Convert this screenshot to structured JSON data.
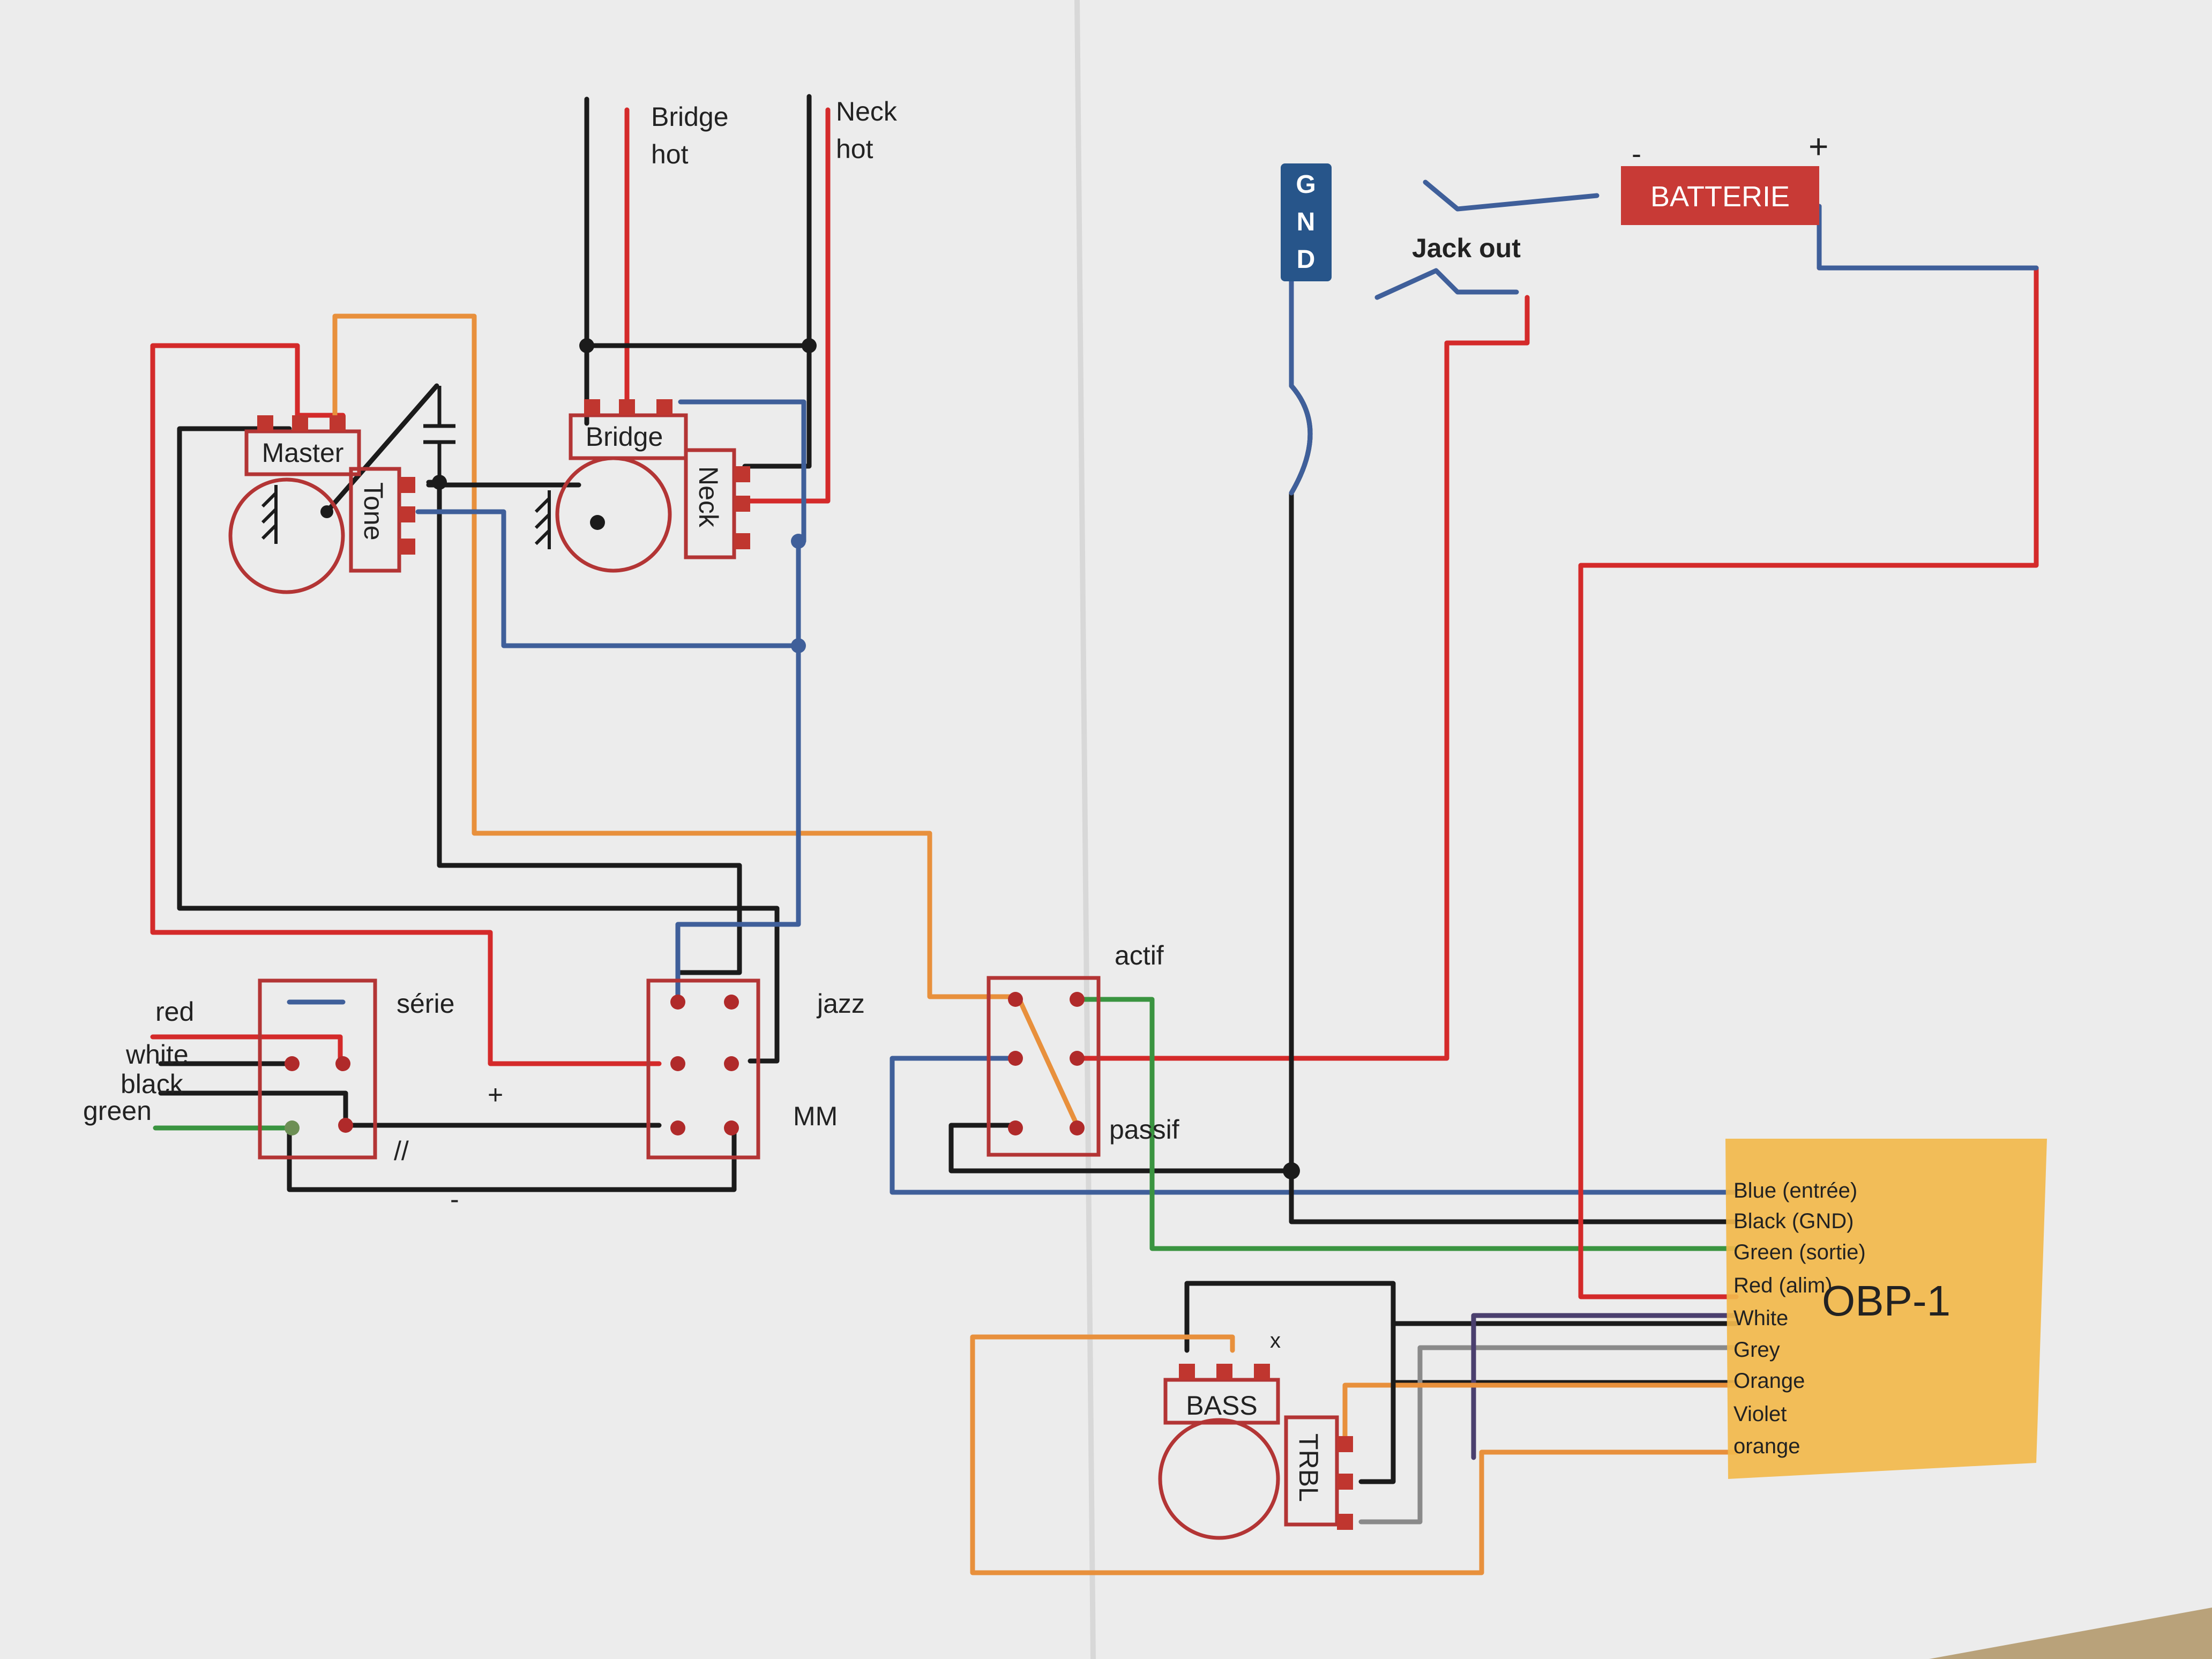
{
  "colors": {
    "red": "#d42a2a",
    "black": "#1b1b1b",
    "blue": "#3f5f9a",
    "orange": "#e8903c",
    "green": "#3a9440",
    "grey": "#8a8a8a",
    "violet": "#4a3f6e",
    "component": "#b33535",
    "paper": "#ebebeb",
    "battery": "#c83a36",
    "gnd_block": "#27558a",
    "obp_box": "#f2b84b"
  },
  "labels": {
    "bridge_hot_1": "Bridge",
    "bridge_hot_2": "hot",
    "neck_hot_1": "Neck",
    "neck_hot_2": "hot",
    "master": "Master",
    "tone": "Tone",
    "bridge_pot": "Bridge",
    "neck_pot": "Neck",
    "gnd_g": "G",
    "gnd_n": "N",
    "gnd_d": "D",
    "jack_out": "Jack out",
    "battery": "BATTERIE",
    "battery_minus": "-",
    "battery_plus": "+",
    "red": "red",
    "white": "white",
    "black": "black",
    "green": "green",
    "serie": "série",
    "parallel": "//",
    "plus": "+",
    "minus": "-",
    "jazz": "jazz",
    "mm": "MM",
    "actif": "actif",
    "passif": "passif",
    "bass": "BASS",
    "trbl": "TRBL",
    "x_mark": "x"
  },
  "obp": {
    "title": "OBP-1",
    "wires": [
      {
        "label": "Blue (entrée)",
        "color": "blue"
      },
      {
        "label": "Black (GND)",
        "color": "black"
      },
      {
        "label": "Green (sortie)",
        "color": "green"
      },
      {
        "label": "Red (alim)",
        "color": "red"
      },
      {
        "label": "White",
        "color": "black"
      },
      {
        "label": "Grey",
        "color": "grey"
      },
      {
        "label": "Orange",
        "color": "orange"
      },
      {
        "label": "Violet",
        "color": "violet"
      },
      {
        "label": "orange",
        "color": "orange"
      }
    ]
  }
}
